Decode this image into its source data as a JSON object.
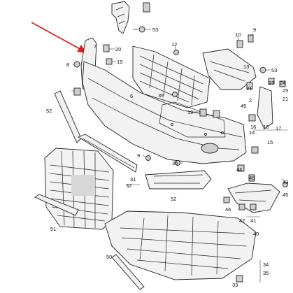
{
  "diagram": {
    "accent_color": "#e02020",
    "callouts": {
      "c53a": "53",
      "c10": "10",
      "c9": "9",
      "c12": "12",
      "c20": "20",
      "c7": "7",
      "c8": "8",
      "c19a": "19",
      "c6": "6",
      "c39": "39",
      "c13": "13",
      "c53b": "53",
      "c23": "23",
      "c24": "24",
      "c25": "25",
      "c21a": "21",
      "c21b": "21",
      "c2": "2",
      "c52a": "52",
      "c19b": "19",
      "c49": "49",
      "c16": "16",
      "c18": "18",
      "c15": "15",
      "c17": "17",
      "c14": "14",
      "c9b": "9",
      "c36": "36",
      "c32": "32",
      "c31": "31",
      "c52b": "52",
      "c44": "44",
      "c46a": "46",
      "c43": "43",
      "c45": "45",
      "c46b": "46",
      "c42": "42",
      "c41": "41",
      "c40": "40",
      "c51": "51",
      "c50": "50",
      "c35": "35",
      "c34": "34",
      "c33": "33"
    }
  }
}
